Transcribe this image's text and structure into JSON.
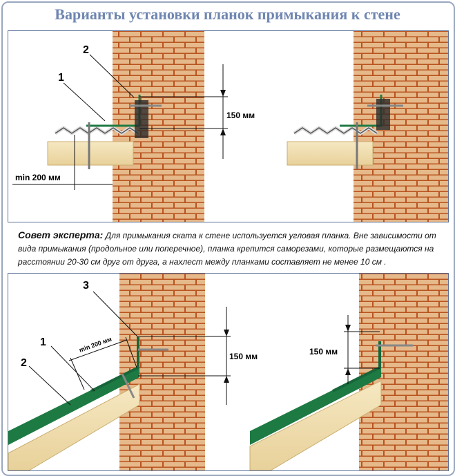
{
  "title": "Варианты установки планок примыкания к стене",
  "top_panel": {
    "callouts": [
      "1",
      "2"
    ],
    "dim_height": "150 мм",
    "dim_min": "min 200 мм"
  },
  "tip": {
    "lead": "Совет эксперта:",
    "text": "Для примыкания ската к стене используется угловая планка. Вне зависимости от вида примыкания (продольное или поперечное), планка крепится саморезами, которые размещаются на расстоянии 20-30 см друг от друга, а нахлест между планками составляет не менее 10 см ."
  },
  "bottom_panel": {
    "callouts": [
      "3",
      "1",
      "2"
    ],
    "dim_height_left": "150 мм",
    "dim_height_right": "150 мм",
    "dim_min": "min 200 мм"
  },
  "colors": {
    "title": "#6f86b0",
    "brick_dark": "#b8531f",
    "brick_light": "#e6b98a",
    "green": "#1e7a43",
    "wood": "#f1dfb0"
  }
}
